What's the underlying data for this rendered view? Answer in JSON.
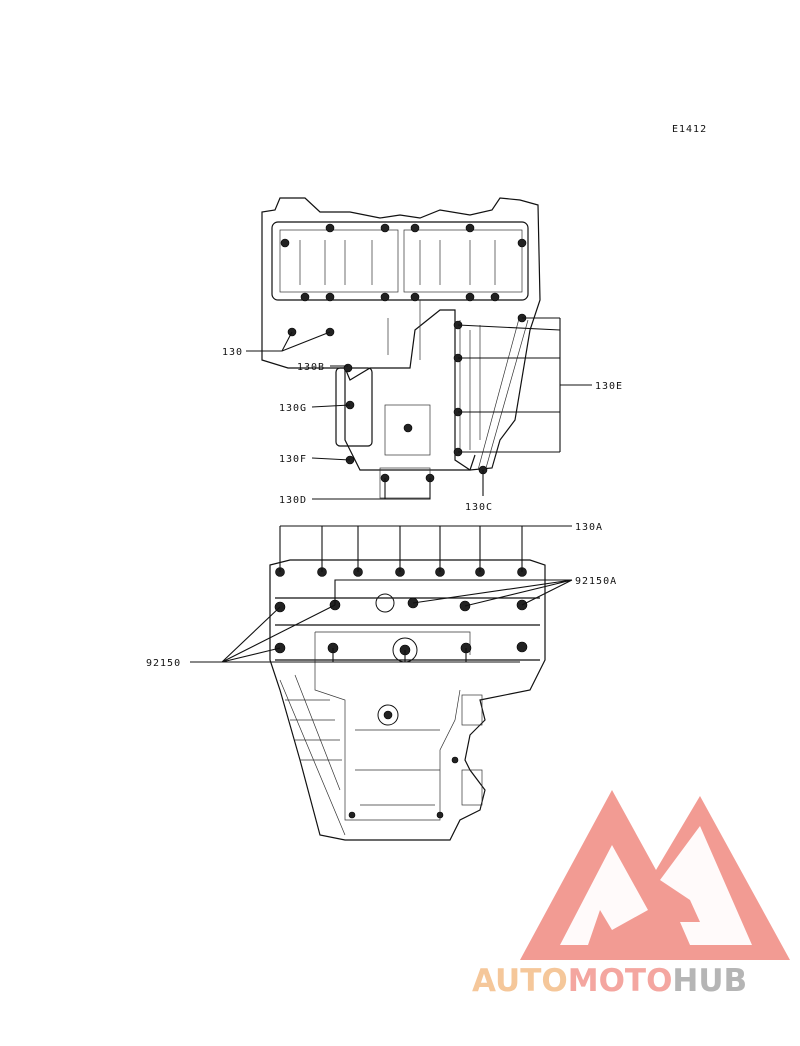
{
  "diagram_code": "E1412",
  "callouts": {
    "c130": "130",
    "c130B": "130B",
    "c130G": "130G",
    "c130F": "130F",
    "c130D": "130D",
    "c130C": "130C",
    "c130E": "130E",
    "c130A": "130A",
    "c92150A": "92150A",
    "c92150": "92150"
  },
  "watermark": {
    "part1": "AUTO",
    "part2": "MOTO",
    "part3": "HUB",
    "colors": {
      "auto": "#f5c79a",
      "moto": "#f4a6a0",
      "hub": "#b5b5b5",
      "logo": "#f08a80"
    }
  }
}
